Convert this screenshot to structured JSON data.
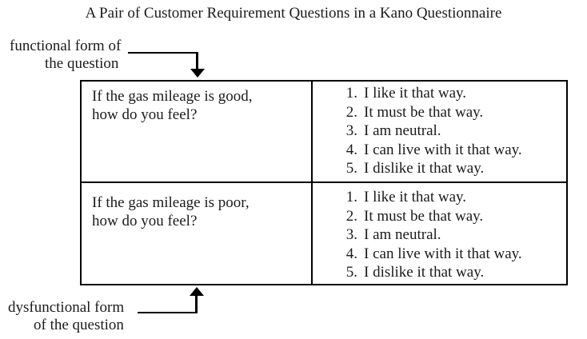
{
  "title": "A Pair of Customer Requirement Questions in a Kano Questionnaire",
  "labels": {
    "functional": {
      "line1": "functional form of",
      "line2": "the question"
    },
    "dysfunctional": {
      "line1": "dysfunctional form",
      "line2": "of the question"
    }
  },
  "table": {
    "rows": [
      {
        "question": {
          "line1": "If the gas mileage is good,",
          "line2": "how do you feel?"
        },
        "options": [
          {
            "num": "1.",
            "text": "I like it that way."
          },
          {
            "num": "2.",
            "text": "It must be that way."
          },
          {
            "num": "3.",
            "text": "I am neutral."
          },
          {
            "num": "4.",
            "text": "I can live with it that way."
          },
          {
            "num": "5.",
            "text": "I dislike it that way."
          }
        ]
      },
      {
        "question": {
          "line1": "If the gas mileage is poor,",
          "line2": "how do you feel?"
        },
        "options": [
          {
            "num": "1.",
            "text": "I like it that way."
          },
          {
            "num": "2.",
            "text": "It must be that way."
          },
          {
            "num": "3.",
            "text": "I am neutral."
          },
          {
            "num": "4.",
            "text": "I can live with it that way."
          },
          {
            "num": "5.",
            "text": "I dislike it that way."
          }
        ]
      }
    ]
  },
  "colors": {
    "text": "#1b1b1b",
    "border": "#000000",
    "background": "#ffffff"
  }
}
